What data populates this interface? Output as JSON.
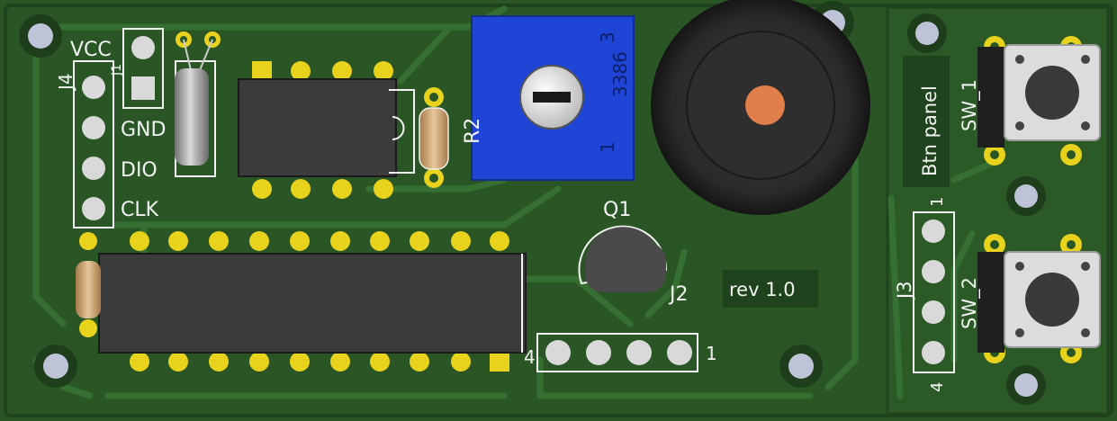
{
  "colors": {
    "board": "#254f22",
    "board_dark": "#1c3c19",
    "trace": "#2f6a2b",
    "silkscreen": "#f2f2f2",
    "pad_gold": "#e8d21b",
    "hole": "#bfc3d8",
    "ic_body": "#3a3a3a",
    "pot_blue": "#1f45d6",
    "buzzer": "#2b2b2b",
    "buzzer_center": "#e07f4a",
    "resistor": "#d4b182"
  },
  "labels": {
    "j4": "J4",
    "vcc": "VCC",
    "j1": "J1",
    "gnd": "GND",
    "dio": "DIO",
    "clk": "CLK",
    "r2": "R2",
    "pot_model": "3386",
    "pot_pin3": "3",
    "pot_pin1": "1",
    "q1": "Q1",
    "j2": "J2",
    "j2_pin4": "4",
    "j2_pin1": "1",
    "revision": "rev 1.0",
    "btn_panel": "Btn panel",
    "sw1": "SW_1",
    "sw2": "SW_2",
    "j3": "J3",
    "j3_pin1": "1",
    "j3_pin4": "4"
  },
  "icons": {
    "mounting_hole": "mounting-hole-icon",
    "button": "tactile-switch-icon"
  }
}
